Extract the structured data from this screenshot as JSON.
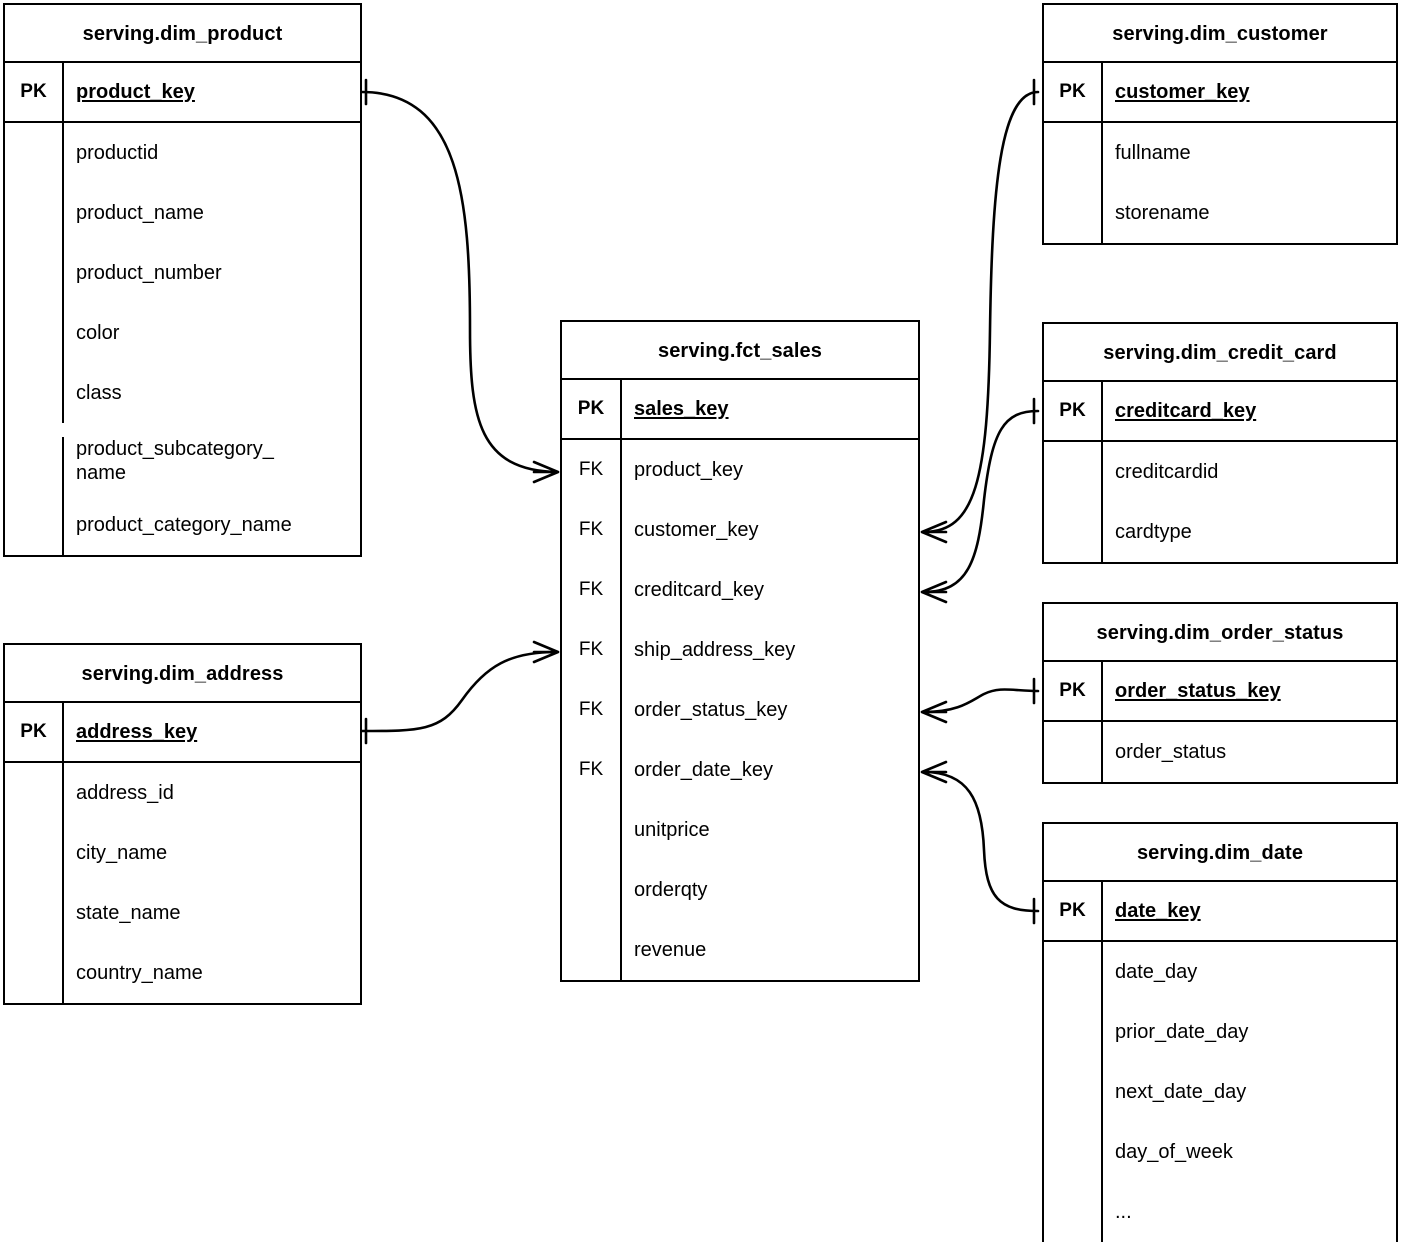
{
  "diagram": {
    "type": "entity-relationship-diagram",
    "notation": "crow's-foot",
    "background_color": "#ffffff",
    "line_color": "#000000"
  },
  "entities": {
    "product": {
      "title": "serving.dim_product",
      "pk": {
        "tag": "PK",
        "name": "product_key"
      },
      "attributes": [
        "productid",
        "product_name",
        "product_number",
        "color",
        "class",
        "product_subcategory_\nname",
        "product_category_name"
      ]
    },
    "address": {
      "title": "serving.dim_address",
      "pk": {
        "tag": "PK",
        "name": "address_key"
      },
      "attributes": [
        "address_id",
        "city_name",
        "state_name",
        "country_name"
      ]
    },
    "sales": {
      "title": "serving.fct_sales",
      "pk": {
        "tag": "PK",
        "name": "sales_key"
      },
      "columns": [
        {
          "tag": "FK",
          "name": "product_key"
        },
        {
          "tag": "FK",
          "name": "customer_key"
        },
        {
          "tag": "FK",
          "name": "creditcard_key"
        },
        {
          "tag": "FK",
          "name": "ship_address_key"
        },
        {
          "tag": "FK",
          "name": "order_status_key"
        },
        {
          "tag": "FK",
          "name": "order_date_key"
        },
        {
          "tag": "",
          "name": "unitprice"
        },
        {
          "tag": "",
          "name": "orderqty"
        },
        {
          "tag": "",
          "name": "revenue"
        }
      ]
    },
    "customer": {
      "title": "serving.dim_customer",
      "pk": {
        "tag": "PK",
        "name": "customer_key"
      },
      "attributes": [
        "fullname",
        "storename"
      ]
    },
    "credit_card": {
      "title": "serving.dim_credit_card",
      "pk": {
        "tag": "PK",
        "name": "creditcard_key"
      },
      "attributes": [
        "creditcardid",
        "cardtype"
      ]
    },
    "order_status": {
      "title": "serving.dim_order_status",
      "pk": {
        "tag": "PK",
        "name": "order_status_key"
      },
      "attributes": [
        "order_status"
      ]
    },
    "date": {
      "title": "serving.dim_date",
      "pk": {
        "tag": "PK",
        "name": "date_key"
      },
      "attributes": [
        "date_day",
        "prior_date_day",
        "next_date_day",
        "day_of_week",
        "..."
      ]
    }
  },
  "relationships": [
    {
      "from": "serving.dim_product.product_key",
      "to": "serving.fct_sales.product_key",
      "from_cardinality": "one",
      "to_cardinality": "many"
    },
    {
      "from": "serving.dim_address.address_key",
      "to": "serving.fct_sales.ship_address_key",
      "from_cardinality": "one",
      "to_cardinality": "many"
    },
    {
      "from": "serving.dim_customer.customer_key",
      "to": "serving.fct_sales.customer_key",
      "from_cardinality": "one",
      "to_cardinality": "many"
    },
    {
      "from": "serving.dim_credit_card.creditcard_key",
      "to": "serving.fct_sales.creditcard_key",
      "from_cardinality": "one",
      "to_cardinality": "many"
    },
    {
      "from": "serving.dim_order_status.order_status_key",
      "to": "serving.fct_sales.order_status_key",
      "from_cardinality": "one",
      "to_cardinality": "many"
    },
    {
      "from": "serving.dim_date.date_key",
      "to": "serving.fct_sales.order_date_key",
      "from_cardinality": "one",
      "to_cardinality": "many"
    }
  ]
}
